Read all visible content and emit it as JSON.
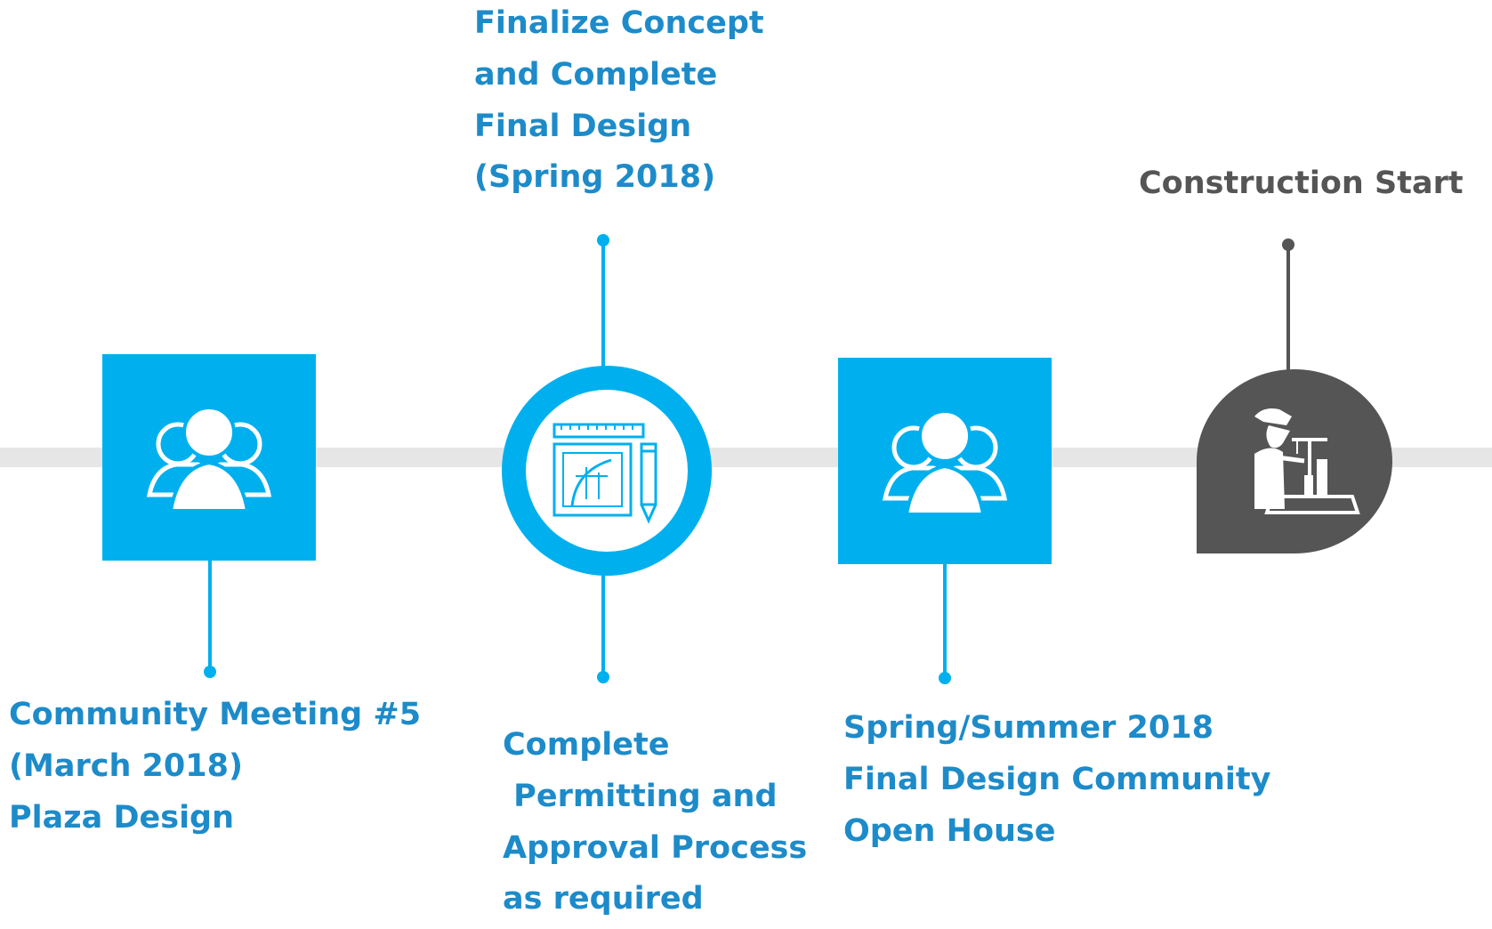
{
  "colors": {
    "accent": "#00b0ee",
    "text_blue": "#1d8bc9",
    "dark": "#555555",
    "track": "#e6e6e6"
  },
  "milestones": [
    {
      "icon": "people-icon",
      "lines": [
        "Community Meeting #5",
        "(March 2018)",
        "Plaza Design"
      ]
    },
    {
      "icon": "drafting-plan-icon",
      "top_lines": [
        "Finalize Concept",
        "and Complete",
        "Final Design",
        "(Spring 2018)"
      ],
      "bottom_lines": [
        "Complete",
        " Permitting and",
        "Approval Process",
        "as required"
      ]
    },
    {
      "icon": "people-icon",
      "lines": [
        "Spring/Summer 2018",
        "Final Design Community",
        "Open House"
      ]
    },
    {
      "icon": "construction-worker-icon",
      "lines": [
        "Construction Start"
      ]
    }
  ]
}
